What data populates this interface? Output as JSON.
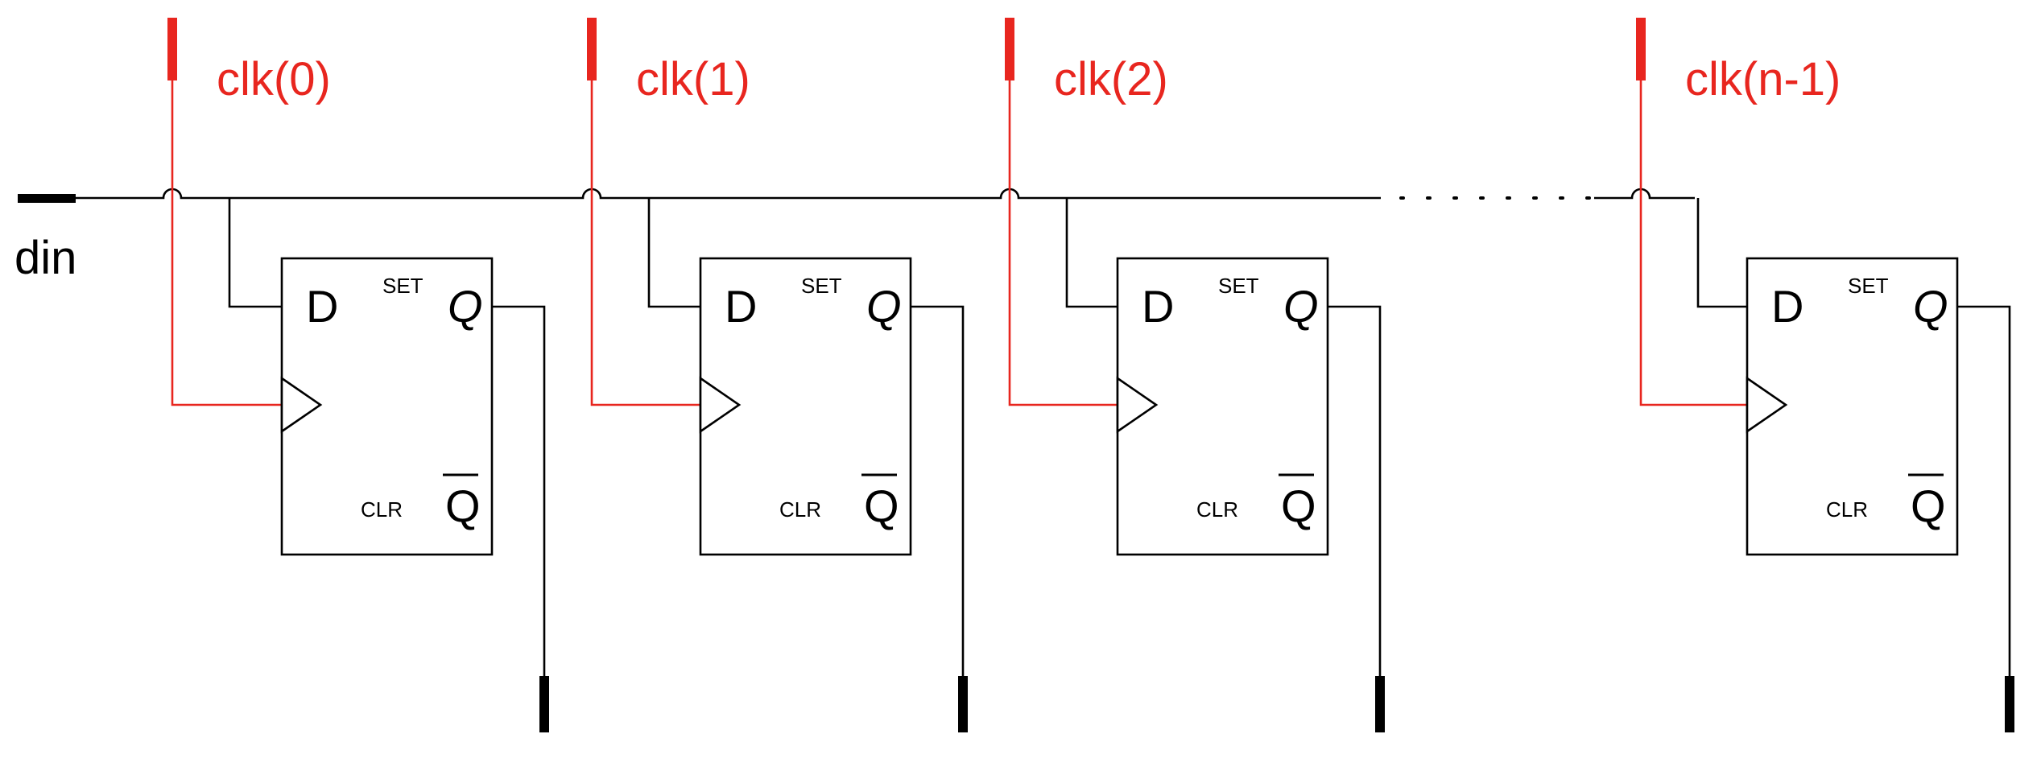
{
  "input": {
    "label": "din"
  },
  "stages": [
    {
      "clk_label": "clk(0)"
    },
    {
      "clk_label": "clk(1)"
    },
    {
      "clk_label": "clk(2)"
    },
    {
      "clk_label": "clk(n-1)"
    }
  ],
  "flip_flop": {
    "d_label": "D",
    "q_label": "Q",
    "qbar_label": "Q",
    "set_label": "SET",
    "clr_label": "CLR"
  },
  "colors": {
    "clock": "#e8261f",
    "wire": "#000000",
    "background": "#ffffff"
  }
}
